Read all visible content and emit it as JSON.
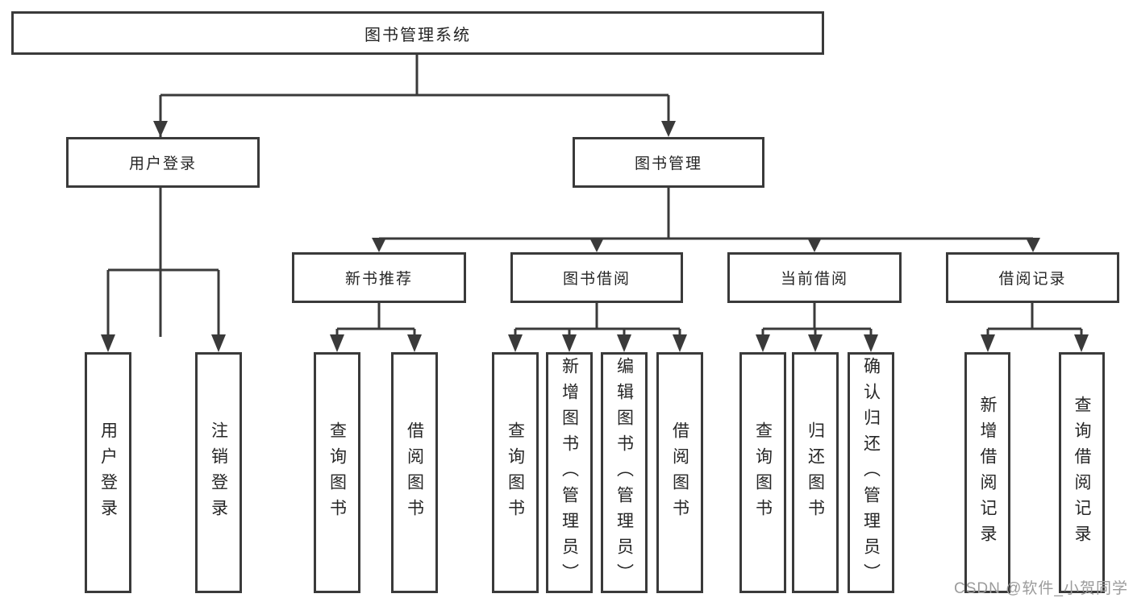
{
  "diagram": {
    "root": {
      "label": "图书管理系统"
    },
    "level2": [
      {
        "label": "用户登录"
      },
      {
        "label": "图书管理"
      }
    ],
    "level3": [
      {
        "label": "新书推荐"
      },
      {
        "label": "图书借阅"
      },
      {
        "label": "当前借阅"
      },
      {
        "label": "借阅记录"
      }
    ],
    "leaves": [
      {
        "label": "用户登录"
      },
      {
        "label": "注销登录"
      },
      {
        "label": "查询图书"
      },
      {
        "label": "借阅图书"
      },
      {
        "label": "查询图书"
      },
      {
        "label": "新增图书（管理员）"
      },
      {
        "label": "编辑图书（管理员）"
      },
      {
        "label": "借阅图书"
      },
      {
        "label": "查询图书"
      },
      {
        "label": "归还图书"
      },
      {
        "label": "确认归还（管理员）"
      },
      {
        "label": "新增借阅记录"
      },
      {
        "label": "查询借阅记录"
      }
    ]
  },
  "watermark": {
    "text": "CSDN @软件_小贺同学"
  },
  "colors": {
    "line": "#3a3a3a",
    "text": "#262626",
    "watermark": "#9b9b9b",
    "bg": "#ffffff"
  }
}
